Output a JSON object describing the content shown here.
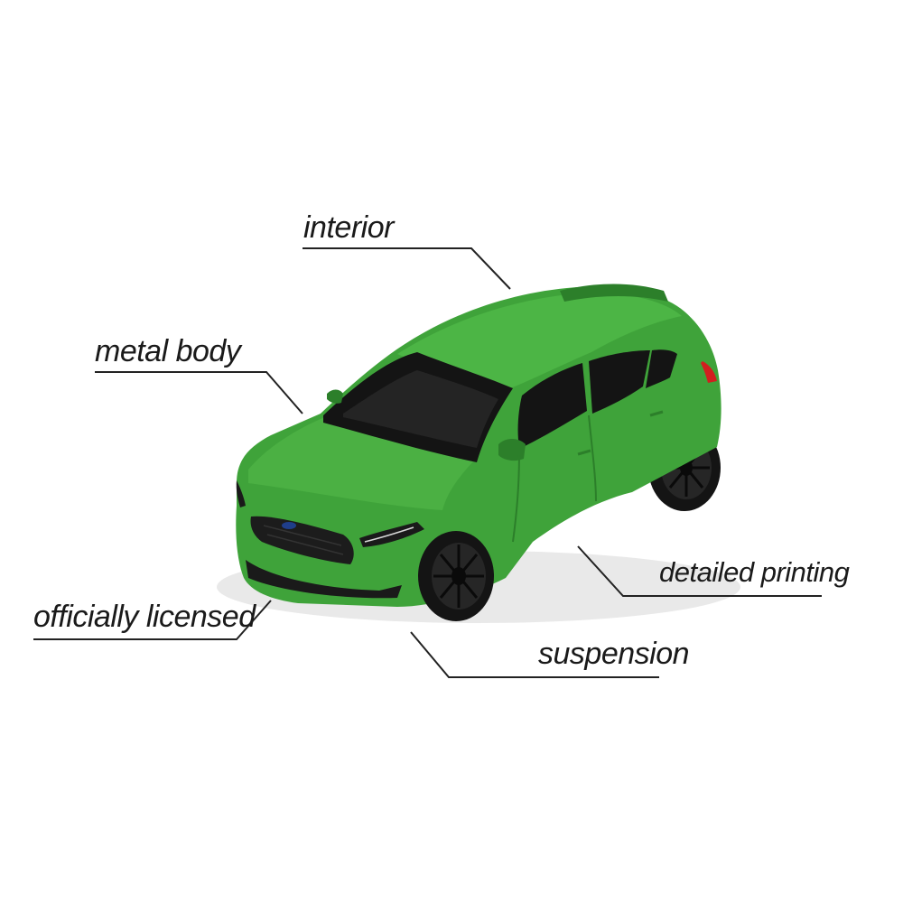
{
  "callouts": {
    "interior": "interior",
    "metal_body": "metal body",
    "detailed_printing": "detailed printing",
    "officially_licensed": "officially licensed",
    "suspension": "suspension"
  },
  "colors": {
    "car_body": "#3fa33a",
    "car_body_dark": "#2c7f2a",
    "car_body_light": "#5cbf55",
    "glass": "#141414",
    "tyre": "#151515",
    "tail_light": "#d11f1f",
    "leader_line": "#222222",
    "background": "#ffffff"
  },
  "image": {
    "subject": "green-toy-hatchback-car"
  }
}
